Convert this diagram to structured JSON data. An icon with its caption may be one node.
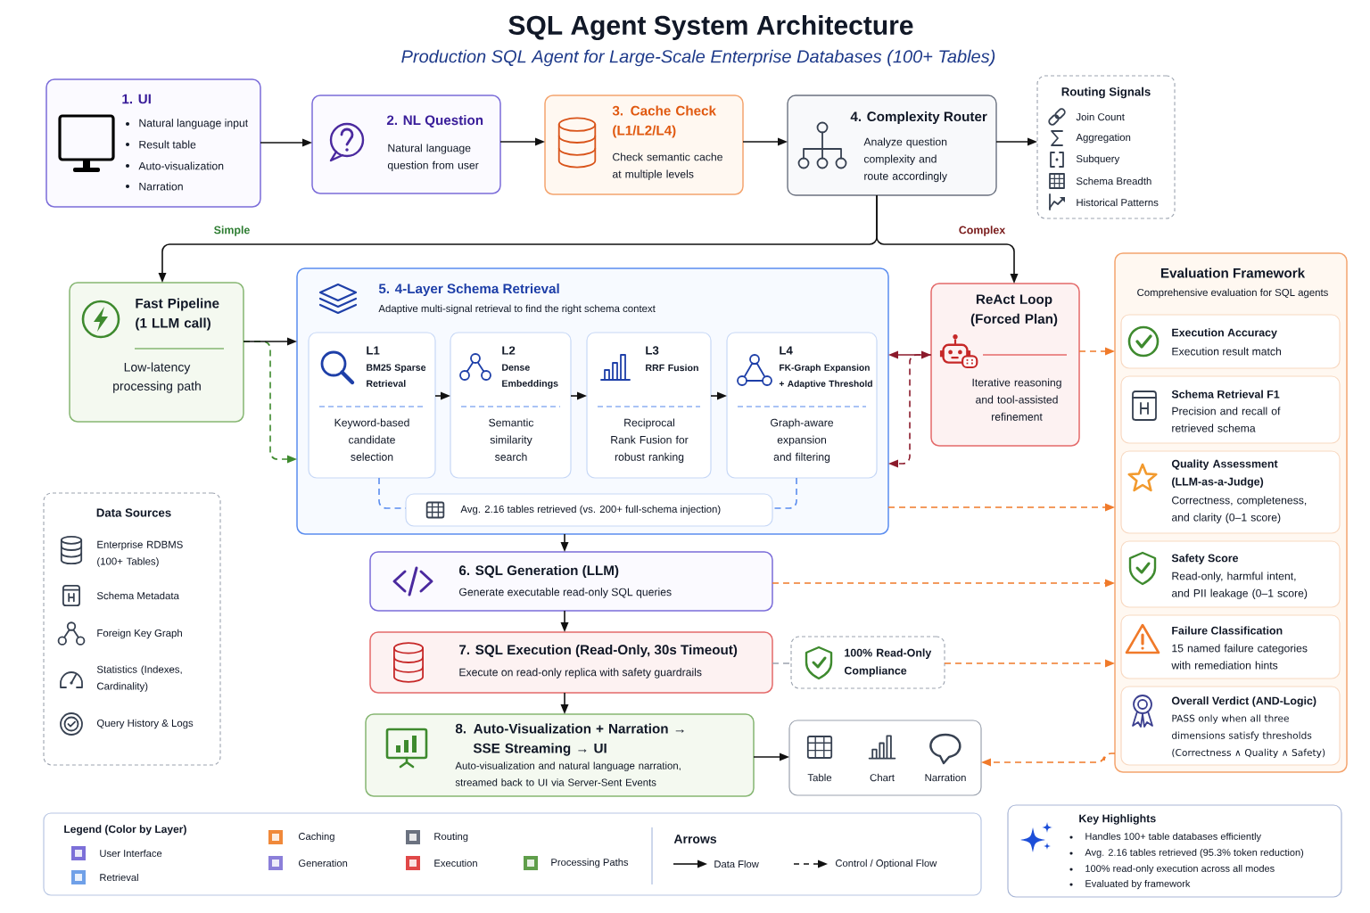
{
  "diagram": {
    "title": "SQL Agent System Architecture",
    "nodes": [
      {
        "text": [
          "1. UI",
          "Natural language input",
          "Result table",
          "Auto-visualization",
          "Narration"
        ]
      },
      {
        "text": [
          "2. NL Question",
          "Natural language question from user"
        ]
      },
      {
        "text": [
          "3. Cache Check (L1/L2/L4)",
          "Check semantic cache at multiple levels"
        ]
      },
      {
        "text": [
          "4. Complexity Router",
          "Analyze question complexity and route accordingly"
        ]
      },
      {
        "text": [
          "Routing Signals",
          "Join Count",
          "Aggregation",
          "Subquery",
          "Schema Breadth",
          "Historical Patterns"
        ]
      },
      {
        "text": [
          "Fast Pipeline (1 LLM call)",
          "Low-latency processing path"
        ]
      },
      {
        "text": [
          "5. 4-Layer Schema Retrieval",
          "Adaptive multi-signal retrieval to find the right schema context"
        ]
      },
      {
        "text": [
          "L1",
          "BM25 Sparse Retrieval",
          "Keyword-based candidate selection"
        ],
        "in": 6
      },
      {
        "text": [
          "L2",
          "Dense Embeddings",
          "Semantic similarity search"
        ],
        "in": 6
      },
      {
        "text": [
          "L3",
          "RRF Fusion",
          "Reciprocal Rank Fusion for robust ranking"
        ],
        "in": 6
      },
      {
        "text": [
          "L4",
          "FK-Graph Expansion + Adaptive Threshold",
          "Graph-aware expansion and filtering"
        ],
        "in": 6
      },
      {
        "text": [
          "Avg. 2.16 tables retrieved (vs. 200+ full-schema injection)"
        ],
        "in": 6
      },
      {
        "text": [
          "ReAct Loop (Forced Plan)",
          "Iterative reasoning and tool-assisted refinement"
        ]
      },
      {
        "text": [
          "Evaluation Framework",
          "Comprehensive evaluation for SQL agents"
        ]
      },
      {
        "text": [
          "Execution Accuracy",
          "Execution result match"
        ],
        "in": 13
      },
      {
        "text": [
          "Schema Retrieval F1",
          "Precision and recall of retrieved schema"
        ],
        "in": 13
      },
      {
        "text": [
          "Quality Assessment (LLM-as-a-Judge)",
          "Correctness, completeness, and clarity (0–1 score)"
        ],
        "in": 13
      },
      {
        "text": [
          "Safety Score",
          "Read-only, harmful intent, and PII leakage (0–1 score)"
        ],
        "in": 13
      },
      {
        "text": [
          "Failure Classification",
          "15 named failure categories with remediation hints"
        ],
        "in": 13
      },
      {
        "text": [
          "Overall Verdict (AND-Logic)",
          "PASS only when all three dimensions satisfy thresholds (Correctness ∧ Quality ∧ Safety)"
        ],
        "in": 13
      },
      {
        "text": [
          "Data Sources",
          "Enterprise RDBMS (100+ Tables)",
          "Schema Metadata",
          "Foreign Key Graph",
          "Statistics (Indexes, Cardinality)",
          "Query History & Logs"
        ]
      },
      {
        "text": [
          "6. SQL Generation (LLM)",
          "Generate executable read-only SQL queries"
        ]
      },
      {
        "text": [
          "7. SQL Execution (Read-Only, 30s Timeout)",
          "Execute on read-only replica with safety guardrails"
        ]
      },
      {
        "text": [
          "100% Read-Only Compliance"
        ]
      },
      {
        "text": [
          "8. Auto-Visualization + Narration → SSE Streaming → UI",
          "Auto-visualization and natural language narration, streamed back to UI via Server-Sent Events"
        ]
      },
      {
        "text": [
          "Table",
          "Chart",
          "Narration"
        ]
      },
      {
        "text": [
          "Key Highlights",
          "Handles 100+ table databases efficiently",
          "Avg. 2.16 tables retrieved (95.3% token reduction)",
          "100% read-only execution across all modes",
          "Evaluated by framework"
        ]
      }
    ],
    "edges": [
      {
        "from": 0,
        "to": 1,
        "arrow": "to"
      },
      {
        "from": 1,
        "to": 2,
        "arrow": "to"
      },
      {
        "from": 2,
        "to": 3,
        "arrow": "to"
      },
      {
        "from": 3,
        "to": 4,
        "arrow": "to"
      },
      {
        "from": 3,
        "to": 5,
        "arrow": "to",
        "label": "Simple"
      },
      {
        "from": 3,
        "to": 12,
        "arrow": "to",
        "label": "Complex"
      },
      {
        "from": 5,
        "to": 6,
        "arrow": "to",
        "style": "dashed",
        "color": "#3E8A2E"
      },
      {
        "from": 5,
        "to": 6,
        "arrow": "to"
      },
      {
        "from": 7,
        "to": 8,
        "arrow": "to"
      },
      {
        "from": 8,
        "to": 9,
        "arrow": "to"
      },
      {
        "from": 9,
        "to": 10,
        "arrow": "to"
      },
      {
        "from": 12,
        "to": 6,
        "arrow": "to",
        "style": "dashed",
        "color": "#8B1A2B"
      },
      {
        "from": 12,
        "to": 6,
        "arrow": "both",
        "color": "#8B1A2B"
      },
      {
        "from": 12,
        "to": 13,
        "arrow": "to",
        "style": "dashed",
        "color": "#F07A2A"
      },
      {
        "from": 6,
        "to": 13,
        "arrow": "to",
        "style": "dashed",
        "color": "#F07A2A"
      },
      {
        "from": 21,
        "to": 13,
        "arrow": "to",
        "style": "dashed",
        "color": "#F07A2A"
      },
      {
        "from": 23,
        "to": 13,
        "arrow": "to",
        "style": "dashed",
        "color": "#F07A2A"
      },
      {
        "from": 13,
        "to": 25,
        "arrow": "to",
        "style": "dashed",
        "color": "#F07A2A"
      },
      {
        "from": 6,
        "to": 21,
        "arrow": "to"
      },
      {
        "from": 21,
        "to": 22,
        "arrow": "to"
      },
      {
        "from": 22,
        "to": 24,
        "arrow": "to"
      },
      {
        "from": 24,
        "to": 25,
        "arrow": "to"
      },
      {
        "from": 22,
        "to": 23,
        "arrow": "none",
        "style": "dashed",
        "color": "#9CA3AF"
      },
      {
        "from": 7,
        "to": 11,
        "arrow": "none",
        "style": "dashed",
        "color": "#5B8DEF"
      },
      {
        "from": 10,
        "to": 11,
        "arrow": "none",
        "style": "dashed",
        "color": "#5B8DEF"
      }
    ],
    "labels": [
      "Production SQL Agent for Large-Scale Enterprise Databases (100+ Tables)",
      "Legend (Color by Layer)",
      "Arrows"
    ],
    "legend": [
      {
        "text": "User Interface",
        "color": "#7C6FD8"
      },
      {
        "text": "Retrieval",
        "color": "#6FA0E8"
      },
      {
        "text": "Caching",
        "color": "#F0893A"
      },
      {
        "text": "Generation",
        "color": "#8B7FD9"
      },
      {
        "text": "Routing",
        "color": "#6B7280"
      },
      {
        "text": "Execution",
        "color": "#E04848"
      },
      {
        "text": "Processing Paths",
        "color": "#5F9E4A"
      },
      {
        "text": "Data Flow"
      },
      {
        "text": "Control / Optional Flow"
      }
    ]
  }
}
